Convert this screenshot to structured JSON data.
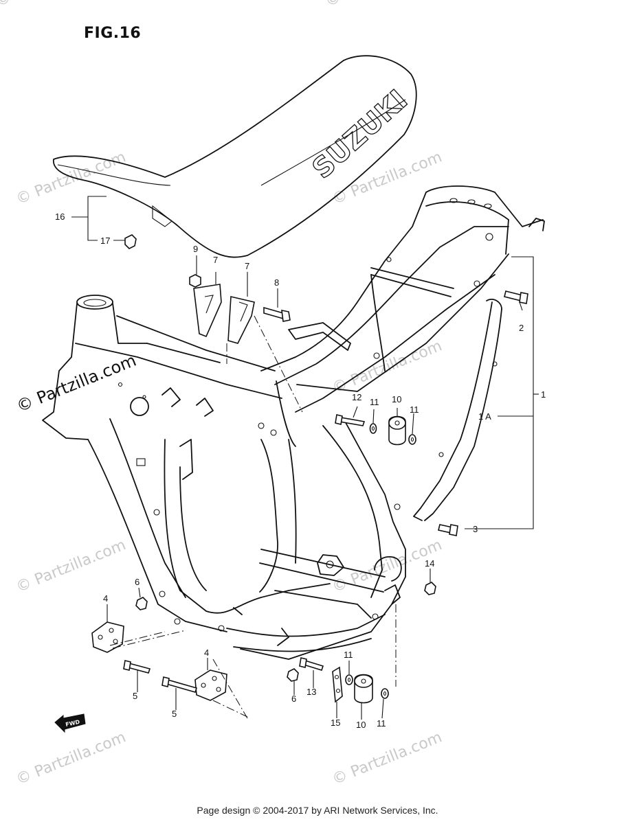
{
  "figure": {
    "title": "FIG.16",
    "seat_brand": "SUZUKI",
    "fwd_label": "FWD"
  },
  "footer": "Page design © 2004-2017 by ARI Network Services, Inc.",
  "watermarks": [
    "© Partzilla.com",
    "© Partzilla.com",
    "© Partzilla.com",
    "© Partzilla.com",
    "© Partzilla.com",
    "© Partzilla.com",
    "© Partzilla.com",
    "© Partzilla.com",
    "© Partzilla.com",
    "© Partzilla.com"
  ],
  "watermark_dark": "© Partzilla.com",
  "callouts": {
    "c16": "16",
    "c17": "17",
    "c9": "9",
    "c7a": "7",
    "c7b": "7",
    "c8": "8",
    "c2": "2",
    "c1": "1",
    "c1a": "1 A",
    "c3": "3",
    "c12": "12",
    "c11a": "11",
    "c10a": "10",
    "c11b": "11",
    "c14": "14",
    "c6a": "6",
    "c4a": "4",
    "c5a": "5",
    "c4b": "4",
    "c5b": "5",
    "c6b": "6",
    "c13": "13",
    "c15": "15",
    "c11c": "11",
    "c10b": "10",
    "c11d": "11"
  }
}
